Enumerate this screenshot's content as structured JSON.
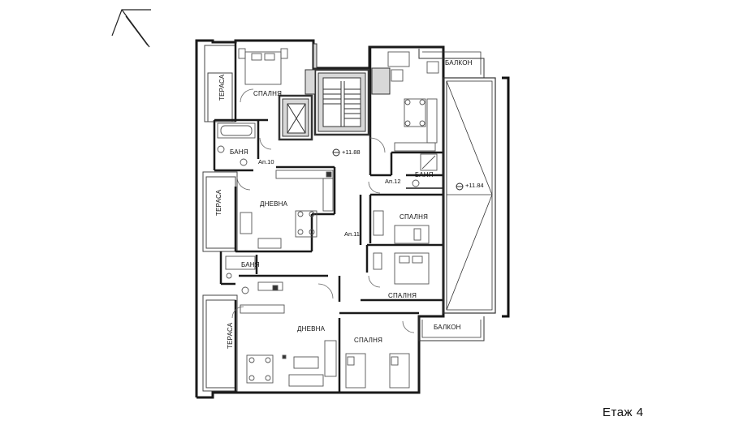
{
  "labels": {
    "terrace": "ТЕРАСА",
    "bedroom": "СПАЛНЯ",
    "bathroom": "БАНЯ",
    "living": "ДНЕВНА",
    "balcony": "БАЛКОН",
    "apt10": "Ап.10",
    "apt11": "Ап.11",
    "apt12": "Ап.12"
  },
  "elevations": {
    "stair_landing": "+11.88",
    "balcony": "+11.84"
  },
  "floor_title": "Етаж 4",
  "colors": {
    "wall": "#1a1a1a",
    "line": "#333333",
    "furniture": "#555555"
  }
}
